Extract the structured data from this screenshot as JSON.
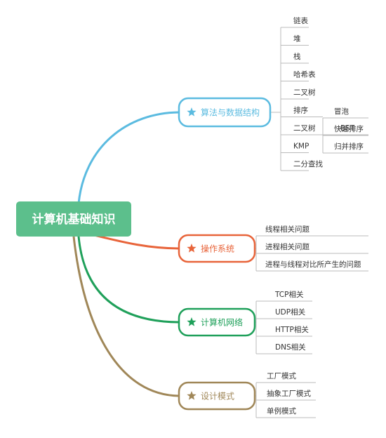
{
  "root": {
    "label": "计算机基础知识",
    "color": "#5cbf8c"
  },
  "branches": [
    {
      "label": "算法与数据结构",
      "color": "#5bbbe0",
      "items": [
        {
          "label": "链表"
        },
        {
          "label": "堆"
        },
        {
          "label": "栈"
        },
        {
          "label": "哈希表"
        },
        {
          "label": "二叉树"
        },
        {
          "label": "排序",
          "children": [
            "冒泡",
            "快速排序",
            "归并排序"
          ]
        },
        {
          "label": "二叉树",
          "children": [
            "BST"
          ]
        },
        {
          "label": "KMP"
        },
        {
          "label": "二分查找"
        }
      ]
    },
    {
      "label": "操作系统",
      "color": "#e8643a",
      "items": [
        {
          "label": "线程相关问题"
        },
        {
          "label": "进程相关问题"
        },
        {
          "label": "进程与线程对比所产生的问题"
        }
      ]
    },
    {
      "label": "计算机网络",
      "color": "#1fa05a",
      "items": [
        {
          "label": "TCP相关"
        },
        {
          "label": "UDP相关"
        },
        {
          "label": "HTTP相关"
        },
        {
          "label": "DNS相关"
        }
      ]
    },
    {
      "label": "设计模式",
      "color": "#a08758",
      "items": [
        {
          "label": "工厂模式"
        },
        {
          "label": "抽象工厂模式"
        },
        {
          "label": "单例模式"
        }
      ]
    }
  ],
  "icons": {
    "branch_marker": "star-icon"
  }
}
